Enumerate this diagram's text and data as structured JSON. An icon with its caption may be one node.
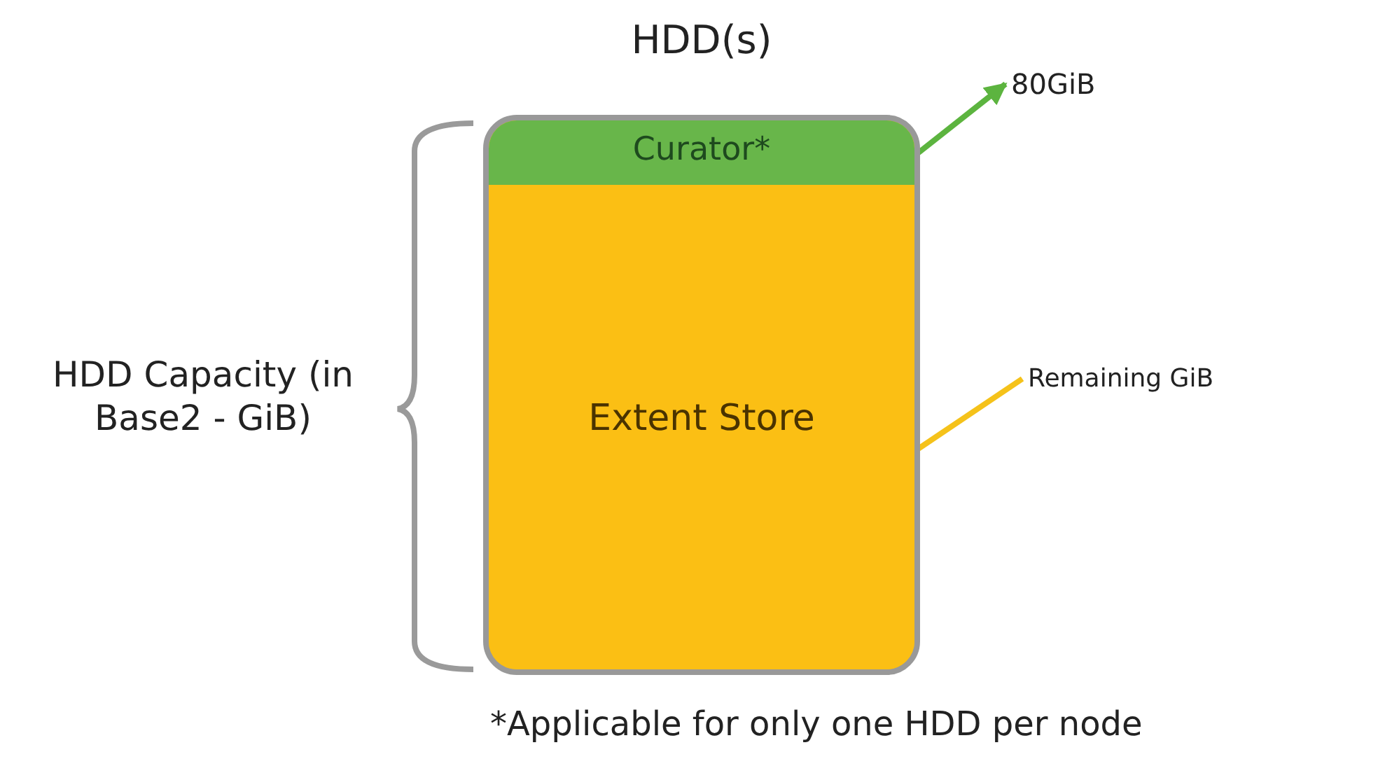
{
  "diagram": {
    "nodes": [
      {
        "text": [
          "HDD(s)"
        ]
      },
      {
        "text": [
          "Curator*"
        ],
        "in": 0
      },
      {
        "text": [
          "Extent Store"
        ],
        "in": 0
      },
      {
        "text": [
          "80GiB"
        ]
      },
      {
        "text": [
          "Remaining GiB"
        ]
      }
    ],
    "edges": [
      {
        "from": 1,
        "to": 3,
        "arrow": "to",
        "color": "#5cb43f"
      },
      {
        "from": 2,
        "to": 4,
        "arrow": "none",
        "color": "#f5c21a"
      }
    ],
    "labels": [
      "HDD Capacity (in Base2 - GiB)",
      "*Applicable for only one HDD per node"
    ]
  }
}
